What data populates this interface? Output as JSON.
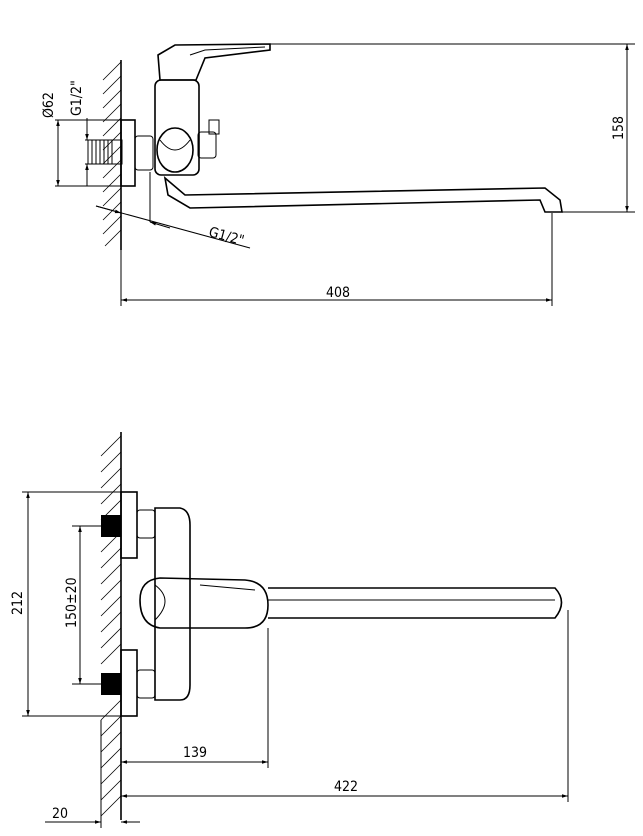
{
  "side_view": {
    "wall_pipe_diameter": "Ø62",
    "wall_thread": "G1/2\"",
    "connection_thread": "G1/2\"",
    "total_reach": "408",
    "height": "158"
  },
  "top_view": {
    "overall_height": "212",
    "center_distance": "150±20",
    "handle_reach": "139",
    "spout_reach": "422",
    "wall_offset": "20"
  }
}
